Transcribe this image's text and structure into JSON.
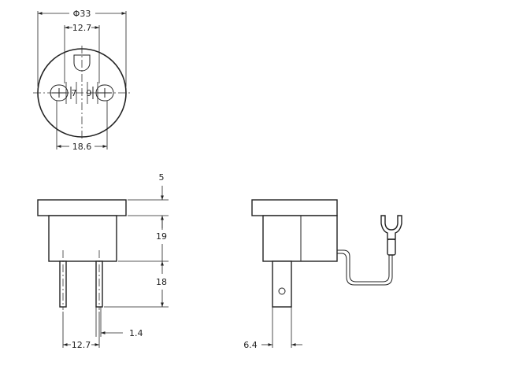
{
  "dimensions": {
    "diameter": "Φ33",
    "pin_pitch_top": "12.7",
    "gap_left": "7",
    "gap_right": "9",
    "overall_width": "18.6",
    "flange_height": "5",
    "body_height": "19",
    "pin_length": "18",
    "pin_thickness": "1.4",
    "pin_pitch_bottom": "12.7",
    "tab_width": "6.4"
  },
  "colors": {
    "line": "#222222",
    "background": "#ffffff"
  }
}
